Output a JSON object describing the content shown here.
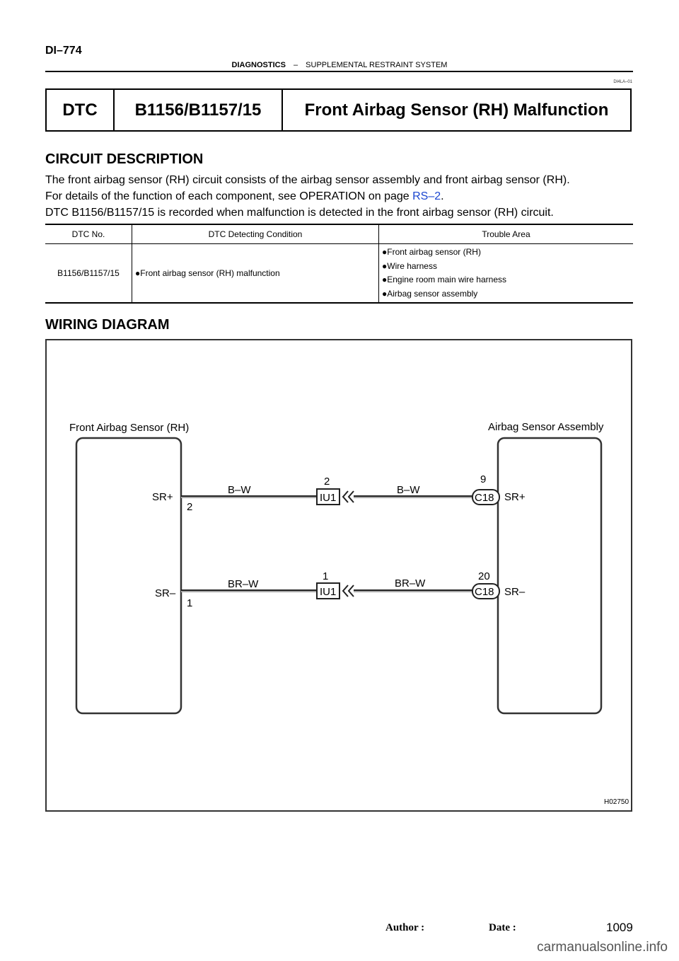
{
  "header": {
    "page_code": "DI–774",
    "section": "DIAGNOSTICS",
    "dash": "–",
    "subsection": "SUPPLEMENTAL RESTRAINT SYSTEM",
    "doc_code": "DI4LA–01"
  },
  "title": {
    "dtc_label": "DTC",
    "codes": "B1156/B1157/15",
    "name": "Front Airbag Sensor (RH) Malfunction"
  },
  "circuit": {
    "heading": "CIRCUIT DESCRIPTION",
    "line1": "The front airbag sensor (RH) circuit consists of the airbag sensor assembly and front airbag sensor (RH).",
    "line2_pre": "For details of the function of each component, see OPERATION on page ",
    "line2_link": "RS–2",
    "line2_post": ".",
    "line3": "DTC B1156/B1157/15 is recorded when malfunction is detected in the front airbag sensor (RH) circuit."
  },
  "table": {
    "headers": [
      "DTC No.",
      "DTC Detecting Condition",
      "Trouble Area"
    ],
    "row": {
      "dtc_no": "B1156/B1157/15",
      "condition": "Front airbag sensor (RH) malfunction",
      "areas": [
        "Front airbag sensor (RH)",
        "Wire harness",
        "Engine room main wire harness",
        "Airbag sensor assembly"
      ]
    }
  },
  "wiring": {
    "heading": "WIRING DIAGRAM",
    "left_component": "Front Airbag Sensor (RH)",
    "right_component": "Airbag Sensor Assembly",
    "left_pins": [
      {
        "name": "SR+",
        "pin": "2"
      },
      {
        "name": "SR–",
        "pin": "1"
      }
    ],
    "right_pins": [
      {
        "name": "SR+",
        "pin": "9",
        "connector": "C18"
      },
      {
        "name": "SR–",
        "pin": "20",
        "connector": "C18"
      }
    ],
    "middle_connectors": [
      {
        "pin": "2",
        "connector": "IU1"
      },
      {
        "pin": "1",
        "connector": "IU1"
      }
    ],
    "wire_colors_left": [
      "B–W",
      "BR–W"
    ],
    "wire_colors_right": [
      "B–W",
      "BR–W"
    ],
    "figure_code": "H02750"
  },
  "footer": {
    "author_label": "Author :",
    "date_label": "Date :",
    "page_number": "1009",
    "watermark": "carmanualsonline.info"
  }
}
